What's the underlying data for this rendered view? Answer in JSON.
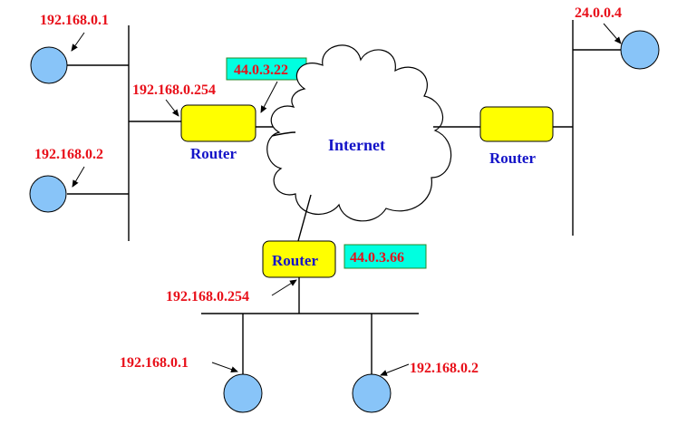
{
  "internet": {
    "label": "Internet"
  },
  "routers": {
    "left": {
      "label": "Router",
      "lan_ip": "192.168.0.254",
      "wan_ip": "44.0.3.22"
    },
    "right": {
      "label": "Router"
    },
    "bottom": {
      "label": "Router",
      "lan_ip": "192.168.0.254",
      "wan_ip": "44.0.3.66"
    }
  },
  "hosts": {
    "left_top": {
      "ip": "192.168.0.1"
    },
    "left_bottom": {
      "ip": "192.168.0.2"
    },
    "right_top": {
      "ip": "24.0.0.4"
    },
    "bottom_left": {
      "ip": "192.168.0.1"
    },
    "bottom_right": {
      "ip": "192.168.0.2"
    }
  },
  "colors": {
    "host_fill": "#88c4f8",
    "router_fill": "#ffff00",
    "ip_box_fill": "#00ffe0",
    "ip_text": "#e8101a",
    "label_text": "#1414c8"
  }
}
